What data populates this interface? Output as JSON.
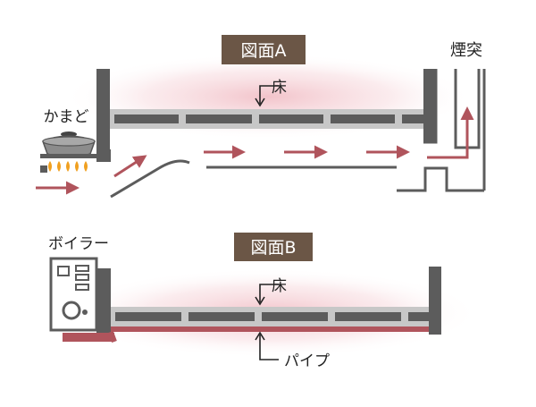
{
  "colors": {
    "wall": "#5c5c5c",
    "floor": "#c7c7c7",
    "floor_slot": "#5c5c5c",
    "arrow": "#b0545c",
    "pipe": "#b0545c",
    "glow": "#f3c9cf",
    "title_bg": "#6b5646",
    "title_text": "#ffffff",
    "flame": "#f0a020",
    "text": "#222222"
  },
  "diagram_a": {
    "title": "図面A",
    "floor_label": "床",
    "stove_label": "かまど",
    "chimney_label": "煙突"
  },
  "diagram_b": {
    "title": "図面B",
    "floor_label": "床",
    "boiler_label": "ボイラー",
    "pipe_label": "パイプ"
  },
  "icons": {
    "stove": "pot-on-fire-icon",
    "boiler": "boiler-icon"
  }
}
